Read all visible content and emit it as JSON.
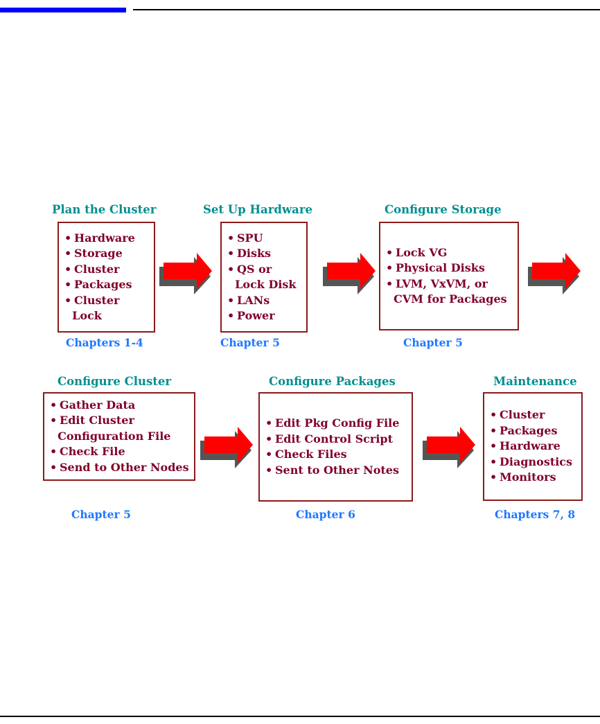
{
  "steps": [
    {
      "title": "Plan the Cluster",
      "items": [
        "Hardware",
        "Storage",
        "Cluster",
        "Packages",
        "Cluster\n  Lock"
      ],
      "chapter": "Chapters 1-4"
    },
    {
      "title": "Set Up Hardware",
      "items": [
        "SPU",
        "Disks",
        "QS or\n  Lock Disk",
        "LANs",
        "Power"
      ],
      "chapter": "Chapter 5"
    },
    {
      "title": "Configure Storage",
      "items": [
        "Lock VG",
        "Physical Disks",
        "LVM, VxVM, or\n  CVM for Packages"
      ],
      "chapter": "Chapter 5"
    },
    {
      "title": "Configure Cluster",
      "items": [
        "Gather Data",
        "Edit Cluster\n  Configuration File",
        "Check File",
        "Send to Other Nodes"
      ],
      "chapter": "Chapter 5"
    },
    {
      "title": "Configure Packages",
      "items": [
        "Edit Pkg Config File",
        "Edit Control Script",
        "Check Files",
        "Sent to Other Notes"
      ],
      "chapter": "Chapter 6"
    },
    {
      "title": "Maintenance",
      "items": [
        "Cluster",
        "Packages",
        "Hardware",
        "Diagnostics",
        "Monitors"
      ],
      "chapter": "Chapters 7, 8"
    }
  ],
  "colors": {
    "title": "#008f8f",
    "item_text": "#80002a",
    "box_border": "#8b1a1a",
    "chapter": "#1e78ff",
    "arrow": "#ff0000",
    "arrow_shadow": "#555555",
    "header_bar": "#0000ff"
  }
}
